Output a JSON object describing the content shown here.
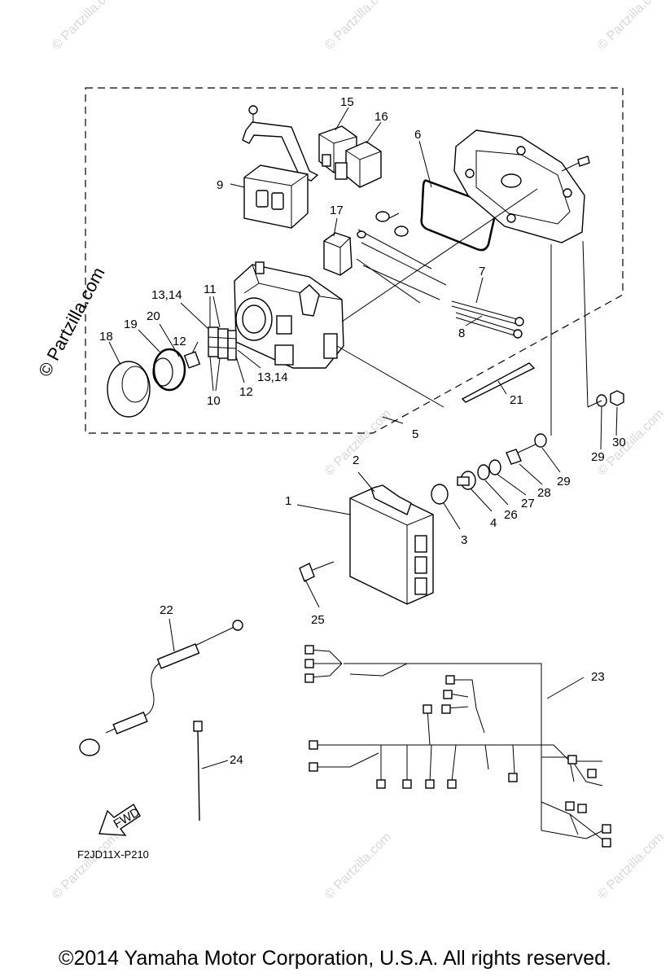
{
  "diagram": {
    "callouts": {
      "c1": "1",
      "c2": "2",
      "c3": "3",
      "c4": "4",
      "c5": "5",
      "c6": "6",
      "c7": "7",
      "c8": "8",
      "c9": "9",
      "c10": "10",
      "c11": "11",
      "c12a": "12",
      "c12b": "12",
      "c13_14a": "13,14",
      "c13_14b": "13,14",
      "c15": "15",
      "c16": "16",
      "c17": "17",
      "c18": "18",
      "c19": "19",
      "c20": "20",
      "c21": "21",
      "c22": "22",
      "c23": "23",
      "c24": "24",
      "c25": "25",
      "c26": "26",
      "c27": "27",
      "c28": "28",
      "c29a": "29",
      "c29b": "29",
      "c30": "30"
    },
    "fwd_label": "FWD",
    "drawing_code": "F2JD11X-P210",
    "side_watermark": "© Partzilla.com",
    "watermark_text": "© Partzilla.com"
  },
  "footer": {
    "copyright": "©2014  Yamaha Motor Corporation, U.S.A. All rights reserved."
  }
}
